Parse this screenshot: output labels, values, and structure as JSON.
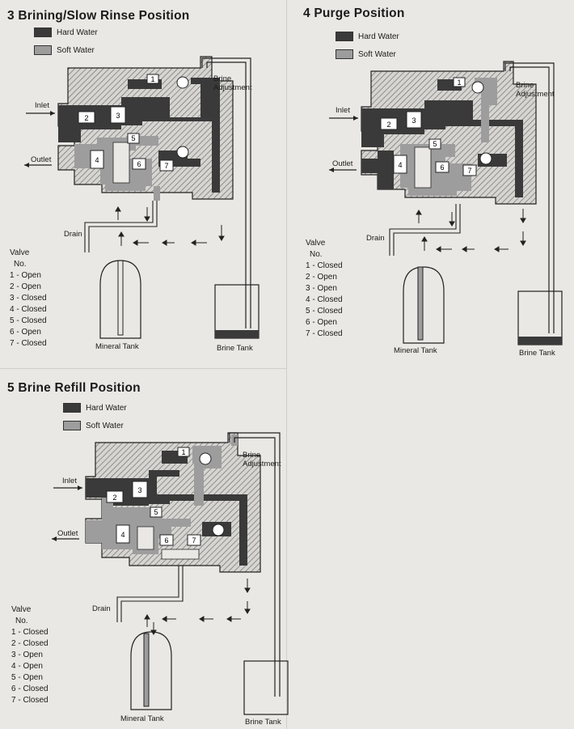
{
  "legend": {
    "hard_water": "Hard Water",
    "soft_water": "Soft Water"
  },
  "colors": {
    "hard": "#3a3a3a",
    "soft": "#9d9d9d",
    "hatch": "#6f6f6f",
    "background": "#e9e8e4"
  },
  "labels": {
    "inlet": "Inlet",
    "outlet": "Outlet",
    "drain": "Drain",
    "brine_adjustment_1": "Brine",
    "brine_adjustment_2": "Adjustment",
    "mineral_tank": "Mineral Tank",
    "brine_tank": "Brine Tank",
    "valve_heading_1": "Valve",
    "valve_heading_2": "No."
  },
  "valve_numbers": [
    "1",
    "2",
    "3",
    "4",
    "5",
    "6",
    "7"
  ],
  "panels": [
    {
      "id": "brining",
      "title": "3 Brining/Slow Rinse Position",
      "valves": [
        "1 - Open",
        "2 - Open",
        "3 - Closed",
        "4 - Closed",
        "5 - Closed",
        "6 - Open",
        "7 - Closed"
      ]
    },
    {
      "id": "purge",
      "title": "4 Purge Position",
      "valves": [
        "1 - Closed",
        "2 - Open",
        "3 - Open",
        "4 - Closed",
        "5 - Closed",
        "6 - Open",
        "7 - Closed"
      ]
    },
    {
      "id": "refill",
      "title": "5 Brine Refill Position",
      "valves": [
        "1 - Closed",
        "2 - Closed",
        "3 - Open",
        "4 - Open",
        "5 - Open",
        "6 - Closed",
        "7 - Closed"
      ]
    }
  ]
}
